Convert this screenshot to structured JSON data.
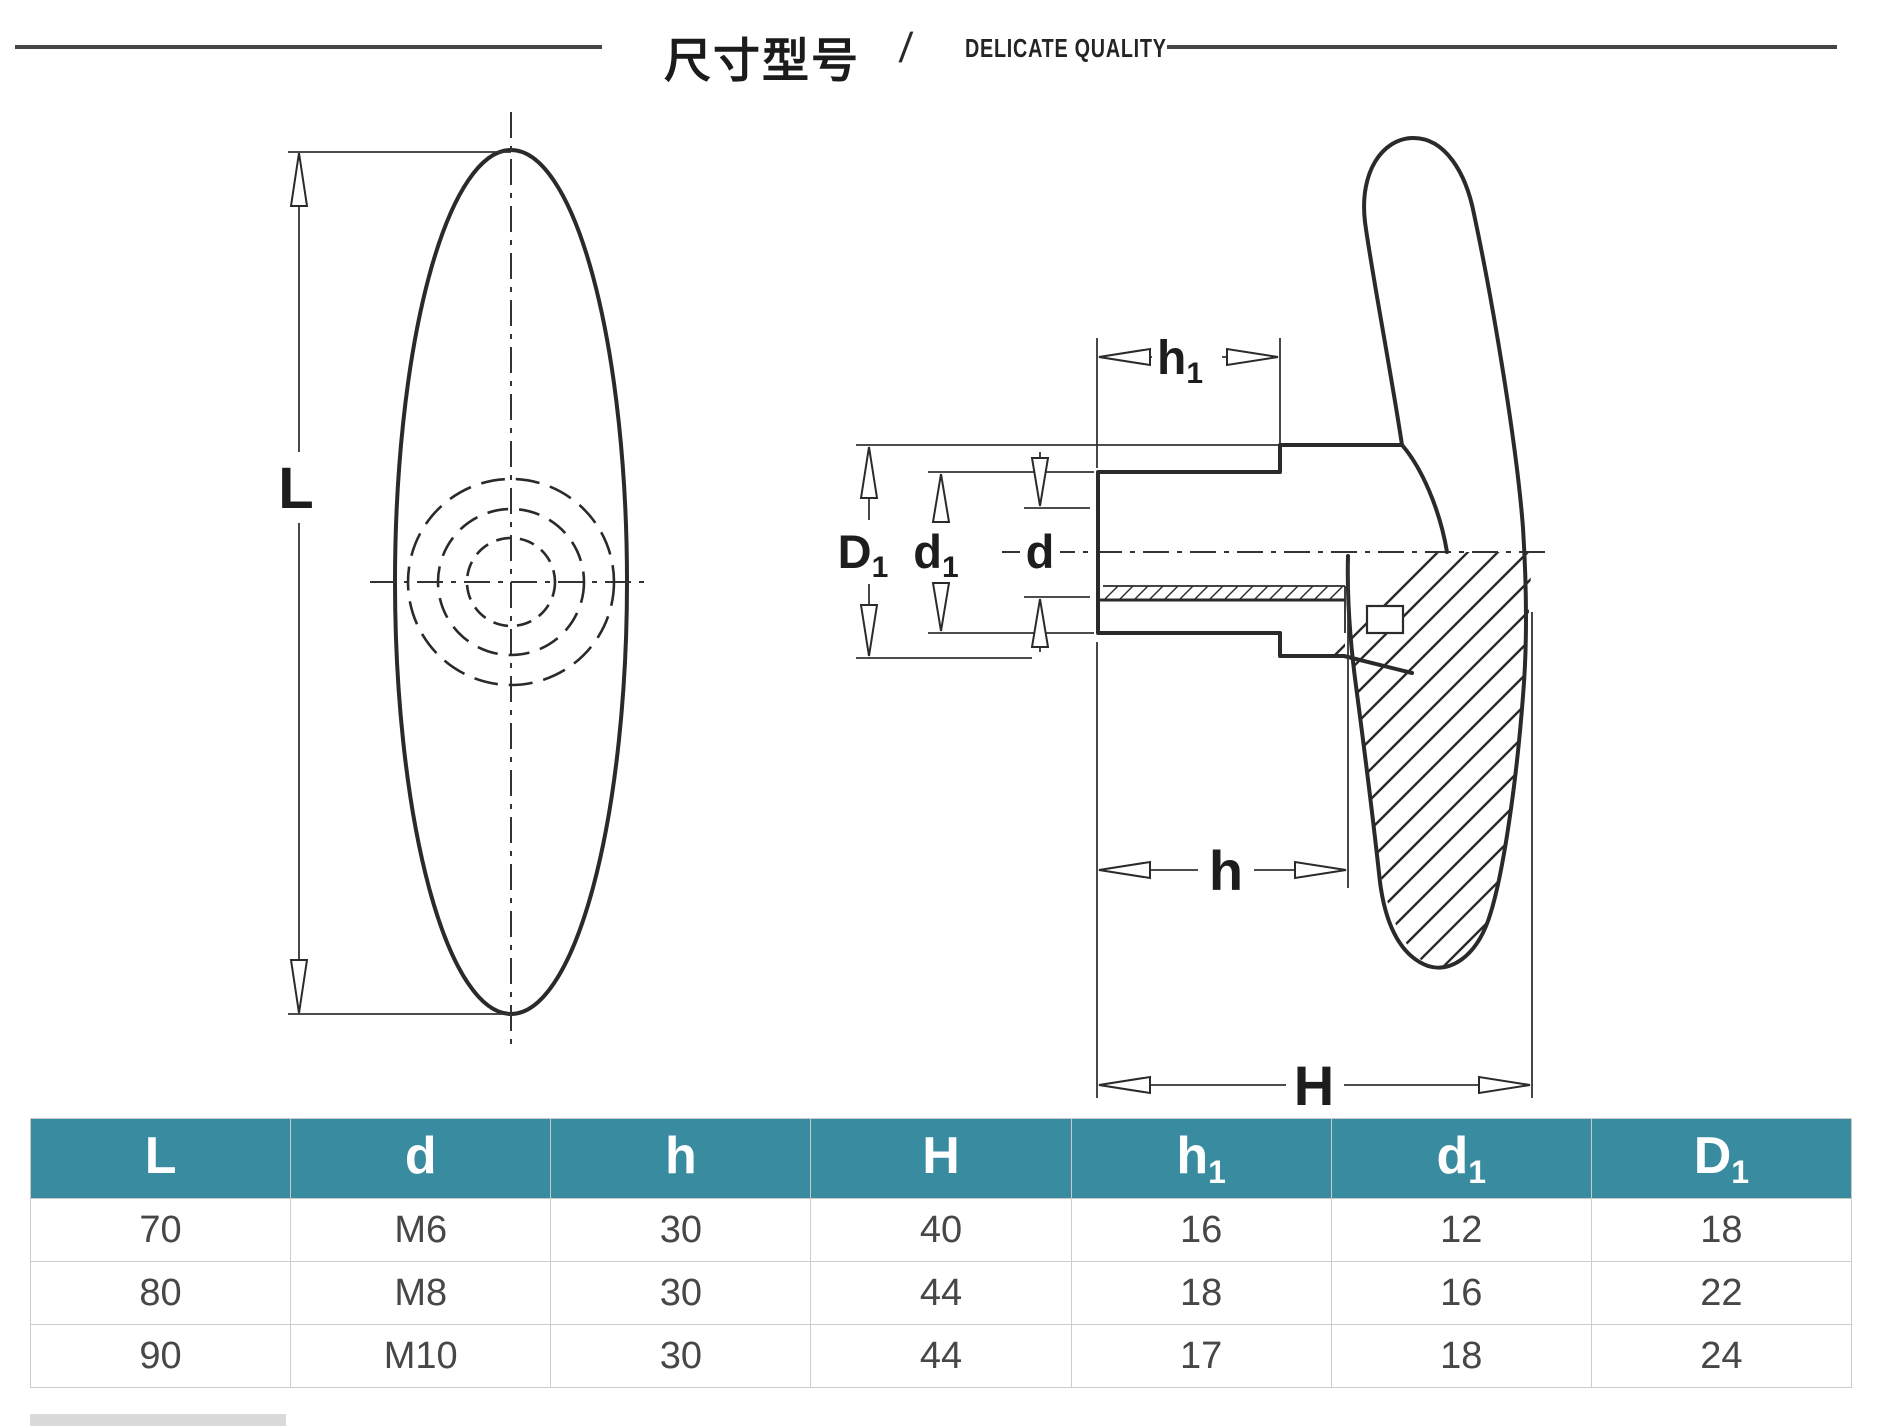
{
  "title": {
    "cjk": "尺寸型号",
    "slash": "/",
    "en": "DELICATE QUALITY"
  },
  "drawing": {
    "front_view": {
      "label_L": "L"
    },
    "side_view": {
      "label_h1": {
        "base": "h",
        "sub": "1"
      },
      "label_D1": {
        "base": "D",
        "sub": "1"
      },
      "label_d1": {
        "base": "d",
        "sub": "1"
      },
      "label_d": "d",
      "label_h": "h",
      "label_H": "H"
    }
  },
  "table": {
    "headers": [
      {
        "base": "L",
        "sub": ""
      },
      {
        "base": "d",
        "sub": ""
      },
      {
        "base": "h",
        "sub": ""
      },
      {
        "base": "H",
        "sub": ""
      },
      {
        "base": "h",
        "sub": "1"
      },
      {
        "base": "d",
        "sub": "1"
      },
      {
        "base": "D",
        "sub": "1"
      }
    ],
    "rows": [
      [
        "70",
        "M6",
        "30",
        "40",
        "16",
        "12",
        "18"
      ],
      [
        "80",
        "M8",
        "30",
        "44",
        "18",
        "16",
        "22"
      ],
      [
        "90",
        "M10",
        "30",
        "44",
        "17",
        "18",
        "24"
      ]
    ]
  },
  "colors": {
    "header_teal": "#398ba0",
    "line": "#2a2a2a"
  }
}
